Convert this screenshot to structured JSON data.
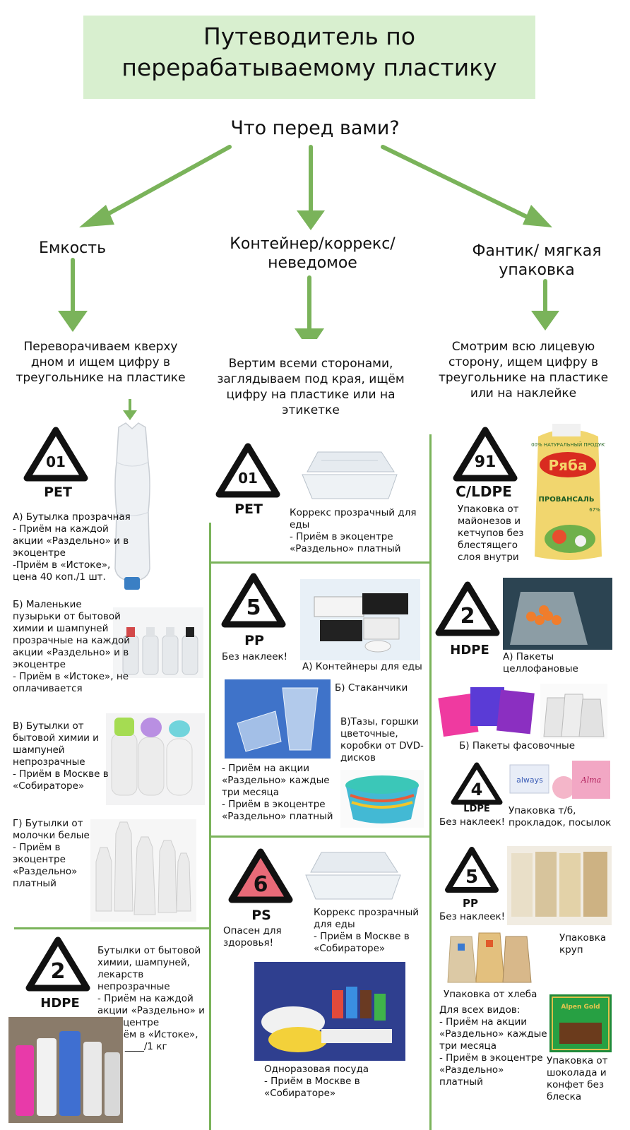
{
  "title": "Путеводитель по перерабатываемому пластику",
  "question": "Что перед вами?",
  "branches": {
    "left": {
      "label": "Емкость",
      "instruction": "Переворачиваем кверху дном и ищем цифру в треугольнике на пластике"
    },
    "middle": {
      "label": "Контейнер/коррекс/ неведомое",
      "instruction": "Вертим всеми сторонами, заглядываем под края, ищём цифру на пластике или на этикетке"
    },
    "right": {
      "label": "Фантик/ мягкая упаковка",
      "instruction": "Смотрим всю лицевую сторону, ищем цифру в треугольнике на пластике или на наклейке"
    }
  },
  "left": {
    "pet": {
      "number": "01",
      "code": "PET"
    },
    "items": {
      "a": "А) Бутылка прозрачная\n- Приём на каждой акции «Раздельно» и в экоцентре\n-Приём в «Истоке», цена 40 коп./1 шт.",
      "b": "Б) Маленькие пузырьки от бытовой химии и шампуней прозрачные на каждой акции «Раздельно» и в экоцентре\n- Приём в «Истоке», не оплачивается",
      "c": "В) Бутылки от бытовой химии и шампуней непрозрачные\n- Приём в Москве в «Собираторе»",
      "d": "Г) Бутылки от молочки белые\n- Приём в экоцентре «Раздельно» платный"
    },
    "hdpe": {
      "number": "2",
      "code": "HDPE",
      "text": "Бутылки от бытовой химии, шампуней, лекарств непрозрачные\n- Приём на каждой акции «Раздельно» и в экоцентре\n- Приём в «Истоке», цена ____/1 кг"
    }
  },
  "middle": {
    "pet": {
      "number": "01",
      "code": "PET",
      "text": "Коррекс прозрачный для еды\n- Приём в экоцентре «Раздельно» платный"
    },
    "pp": {
      "number": "5",
      "code": "PP",
      "note": "Без наклеек!",
      "a": "А) Контейнеры для еды",
      "b": "Б) Стаканчики",
      "c": "В)Тазы, горшки цветочные, коробки от DVD-дисков",
      "accept": "- Приём на акции «Раздельно» каждые три месяца\n- Приём в экоцентре «Раздельно» платный"
    },
    "ps": {
      "number": "6",
      "code": "PS",
      "note": "Опасен для здоровья!",
      "text": "Коррекс прозрачный для еды\n- Приём в Москве в «Собираторе»",
      "text2": "Одноразовая посуда\n- Приём в Москве в «Собираторе»"
    }
  },
  "right": {
    "cldpe": {
      "number": "91",
      "code": "C/LDPE",
      "text": "Упаковка от майонезов и кетчупов без блестящего слоя внутри"
    },
    "hdpe": {
      "number": "2",
      "code": "HDPE",
      "a": "А) Пакеты целлофановые",
      "b": "Б) Пакеты фасовочные"
    },
    "ldpe": {
      "number": "4",
      "code": "LDPE",
      "note": "Без наклеек!",
      "text": "Упаковка т/б, прокладок, посылок"
    },
    "pp": {
      "number": "5",
      "code": "PP",
      "note": "Без наклеек!",
      "groats": "Упаковка круп",
      "bread": "Упаковка от хлеба",
      "accept": "Для всех видов:\n- Приём на акции «Раздельно» каждые три месяца\n- Приём в экоцентре «Раздельно» платный",
      "choco": "Упаковка от шоколада и конфет без блеска"
    }
  },
  "product_labels": {
    "ryaba_top": "100% НАТУРАЛЬНЫЙ ПРОДУКТ",
    "ryaba_brand": "Ряба",
    "ryaba_name": "ПРОВАНСАЛЬ",
    "ryaba_pct": "67%",
    "always": "always",
    "alma": "Alma",
    "alpen": "Alpen Gold"
  },
  "colors": {
    "green": "#7ab35a",
    "title_bg": "#d8efcf",
    "ps_red": "#e86a78"
  }
}
